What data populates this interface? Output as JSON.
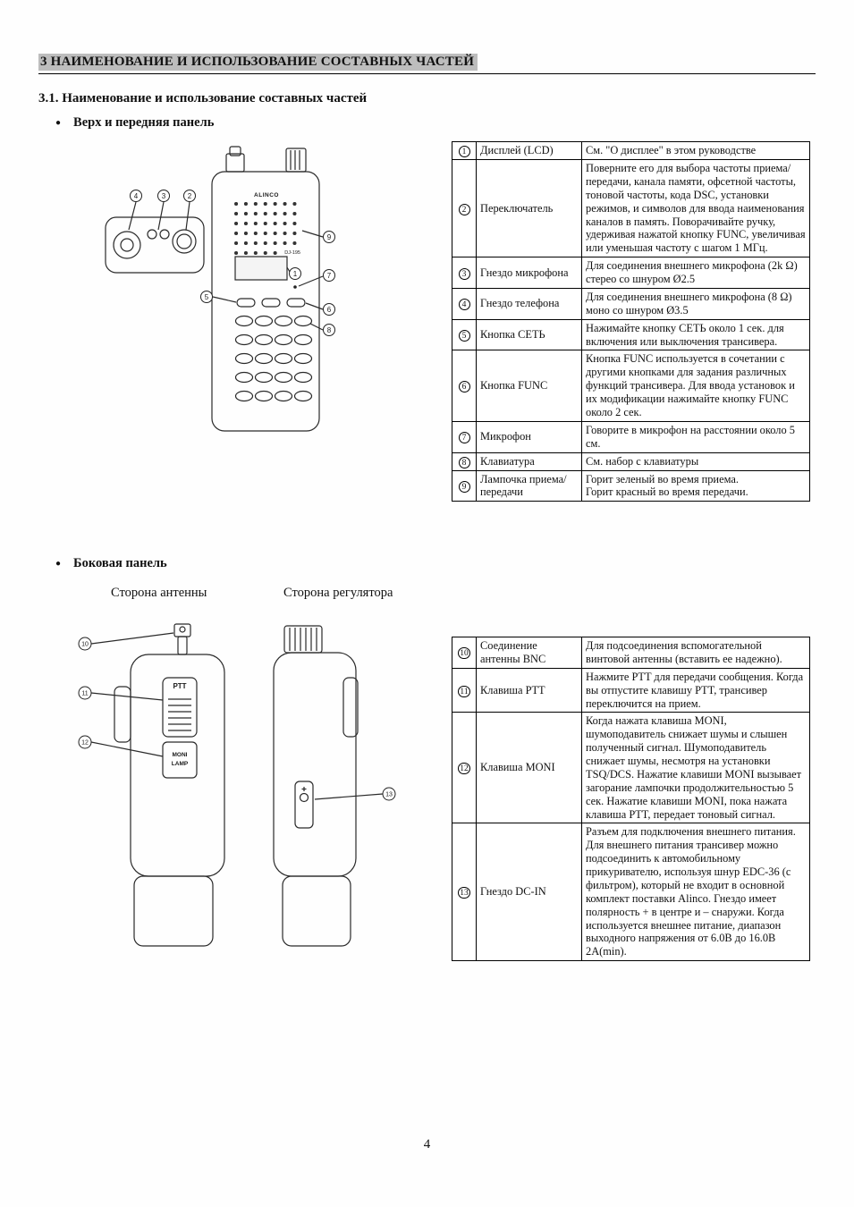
{
  "header": {
    "title": "3 НАИМЕНОВАНИЕ И ИСПОЛЬЗОВАНИЕ СОСТАВНЫХ ЧАСТЕЙ"
  },
  "section": {
    "title": "3.1. Наименование и использование составных частей"
  },
  "front_section": {
    "bullet": "Верх и передняя панель",
    "table": {
      "rows": [
        {
          "num": "1",
          "name": "Дисплей (LCD)",
          "desc": "См. \"О дисплее\" в этом руководстве"
        },
        {
          "num": "2",
          "name": "Переключатель",
          "desc": "Поверните его для выбора частоты приема/передачи, канала памяти, офсетной частоты, тоновой частоты, кода DSC, установки режимов, и символов для ввода наименования каналов в память. Поворачивайте ручку, удерживая нажатой кнопку FUNC, увеличивая или уменьшая частоту с шагом 1 МГц."
        },
        {
          "num": "3",
          "name": "Гнездо микрофона",
          "desc": "Для соединения внешнего микрофона (2k Ω) стерео со шнуром Ø2.5"
        },
        {
          "num": "4",
          "name": "Гнездо телефона",
          "desc": "Для соединения внешнего микрофона (8 Ω) моно со шнуром Ø3.5"
        },
        {
          "num": "5",
          "name": "Кнопка СЕТЬ",
          "desc": "Нажимайте кнопку СЕТЬ около 1 сек. для включения или выключения трансивера."
        },
        {
          "num": "6",
          "name": "Кнопка FUNC",
          "desc": "Кнопка FUNC используется в сочетании с другими кнопками для задания различных функций трансивера. Для ввода установок и их модификации нажимайте кнопку FUNC около 2 сек."
        },
        {
          "num": "7",
          "name": "Микрофон",
          "desc": "Говорите в микрофон на расстоянии около 5 см."
        },
        {
          "num": "8",
          "name": "Клавиатура",
          "desc": "См. набор с клавиатуры"
        },
        {
          "num": "9",
          "name": "Лампочка приема/передачи",
          "desc": "Горит зеленый во время приема.\nГорит красный во время передачи."
        }
      ]
    }
  },
  "side_section": {
    "bullet": "Боковая панель",
    "label_antenna_side": "Сторона антенны",
    "label_regulator_side": "Сторона регулятора",
    "table": {
      "rows": [
        {
          "num": "10",
          "name": "Соединение антенны BNC",
          "desc": "Для подсоединения вспомогательной винтовой антенны (вставить ее надежно)."
        },
        {
          "num": "11",
          "name": "Клавиша PTT",
          "desc": "Нажмите PTT для передачи сообщения. Когда вы отпустите клавишу PTT, трансивер переключится на прием."
        },
        {
          "num": "12",
          "name": "Клавиша MONI",
          "desc": "Когда нажата клавиша MONI, шумоподавитель снижает шумы и слышен полученный сигнал. Шумоподавитель снижает шумы, несмотря на установки TSQ/DCS. Нажатие клавиши MONI вызывает загорание лампочки продолжительностью 5 сек. Нажатие клавиши MONI, пока нажата клавиша PTT, передает тоновый сигнал."
        },
        {
          "num": "13",
          "name": "Гнездо DC-IN",
          "desc": "Разъем для подключения внешнего питания. Для внешнего питания трансивер можно подсоединить к автомобильному прикуривателю, используя шнур EDC-36 (с фильтром), который не входит в основной комплект поставки Alinco. Гнездо имеет полярность + в центре и – снаружи. Когда используется внешнее питание, диапазон выходного напряжения от 6.0В до 16.0В 2A(min)."
        }
      ]
    }
  },
  "drawings": {
    "brand": "ALINCO",
    "model": "DJ-195",
    "ptt_label": "PTT",
    "moni_label": "MONI",
    "lamp_label": "LAMP",
    "callouts": {
      "n1": "1",
      "n2": "2",
      "n3": "3",
      "n4": "4",
      "n5": "5",
      "n6": "6",
      "n7": "7",
      "n8": "8",
      "n9": "9",
      "n10": "10",
      "n11": "11",
      "n12": "12",
      "n13": "13"
    }
  },
  "footer": {
    "page_number": "4"
  }
}
